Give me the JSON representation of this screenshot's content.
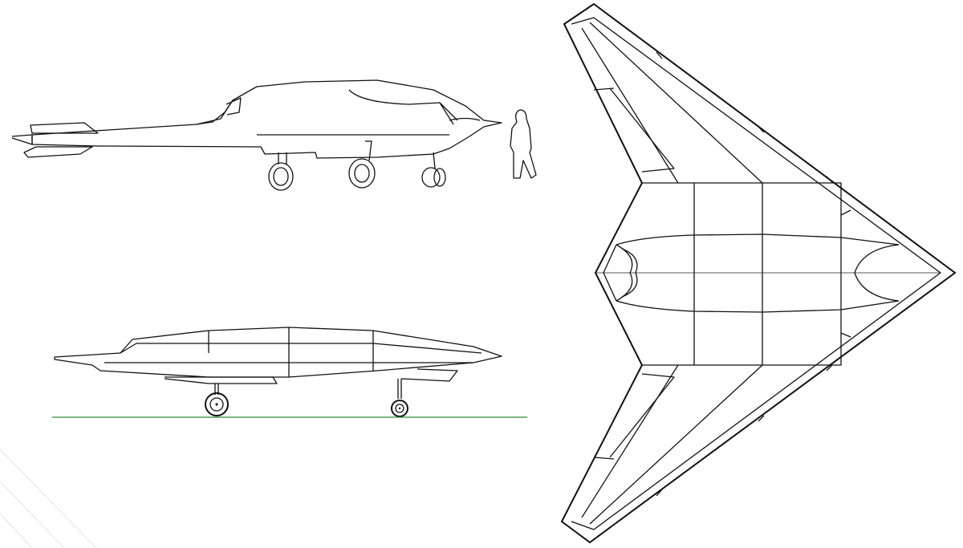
{
  "drawing": {
    "views": [
      "side-view-profile",
      "side-view-elevation",
      "top-view-planform"
    ],
    "colors": {
      "line": "#111111",
      "ground": "#2e8b3e",
      "background": "#ffffff",
      "faint": "#dddddd"
    }
  }
}
